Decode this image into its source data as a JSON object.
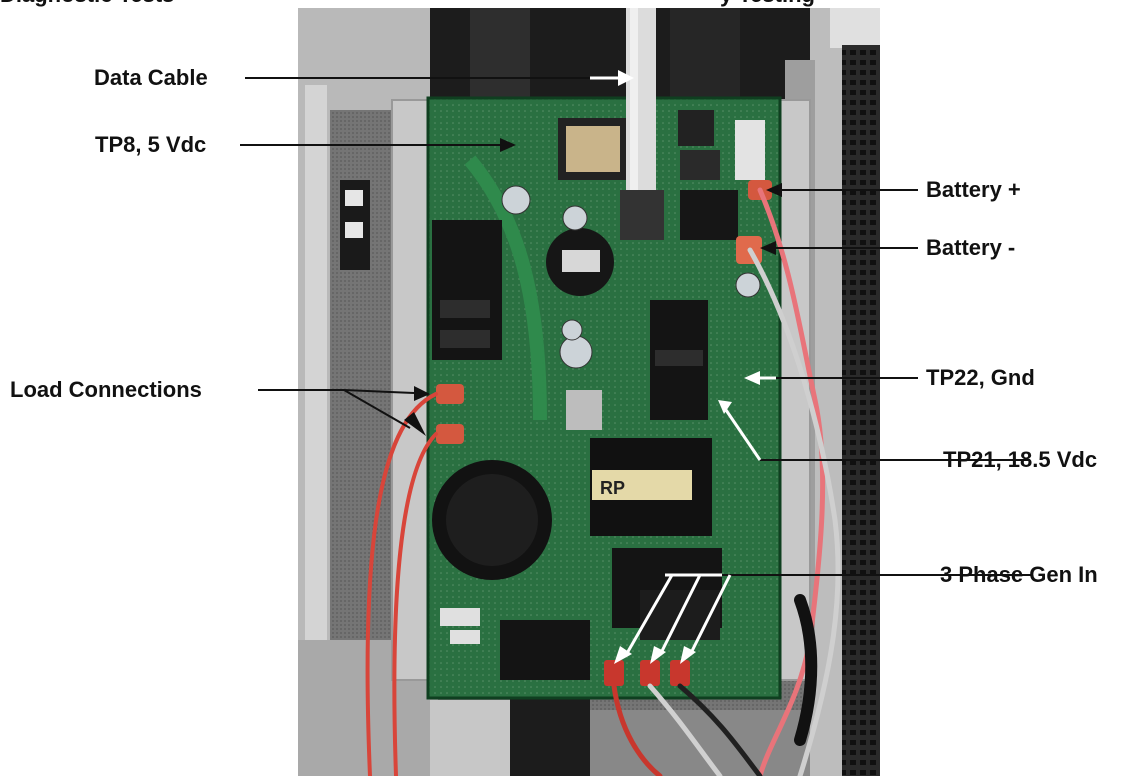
{
  "labels": {
    "data_cable": "Data Cable",
    "tp8": "TP8, 5 Vdc",
    "battery_pos": "Battery +",
    "battery_neg": "Battery -",
    "load_connections": "Load Connections",
    "tp22": "TP22, Gnd",
    "tp21": "TP21, 18.5 Vdc",
    "three_phase": "3 Phase Gen In"
  },
  "colors": {
    "pcb_green": "#1f6b3a",
    "wire_red": "#d8453a",
    "arrow_white": "#ffffff",
    "arrow_black": "#111111"
  }
}
